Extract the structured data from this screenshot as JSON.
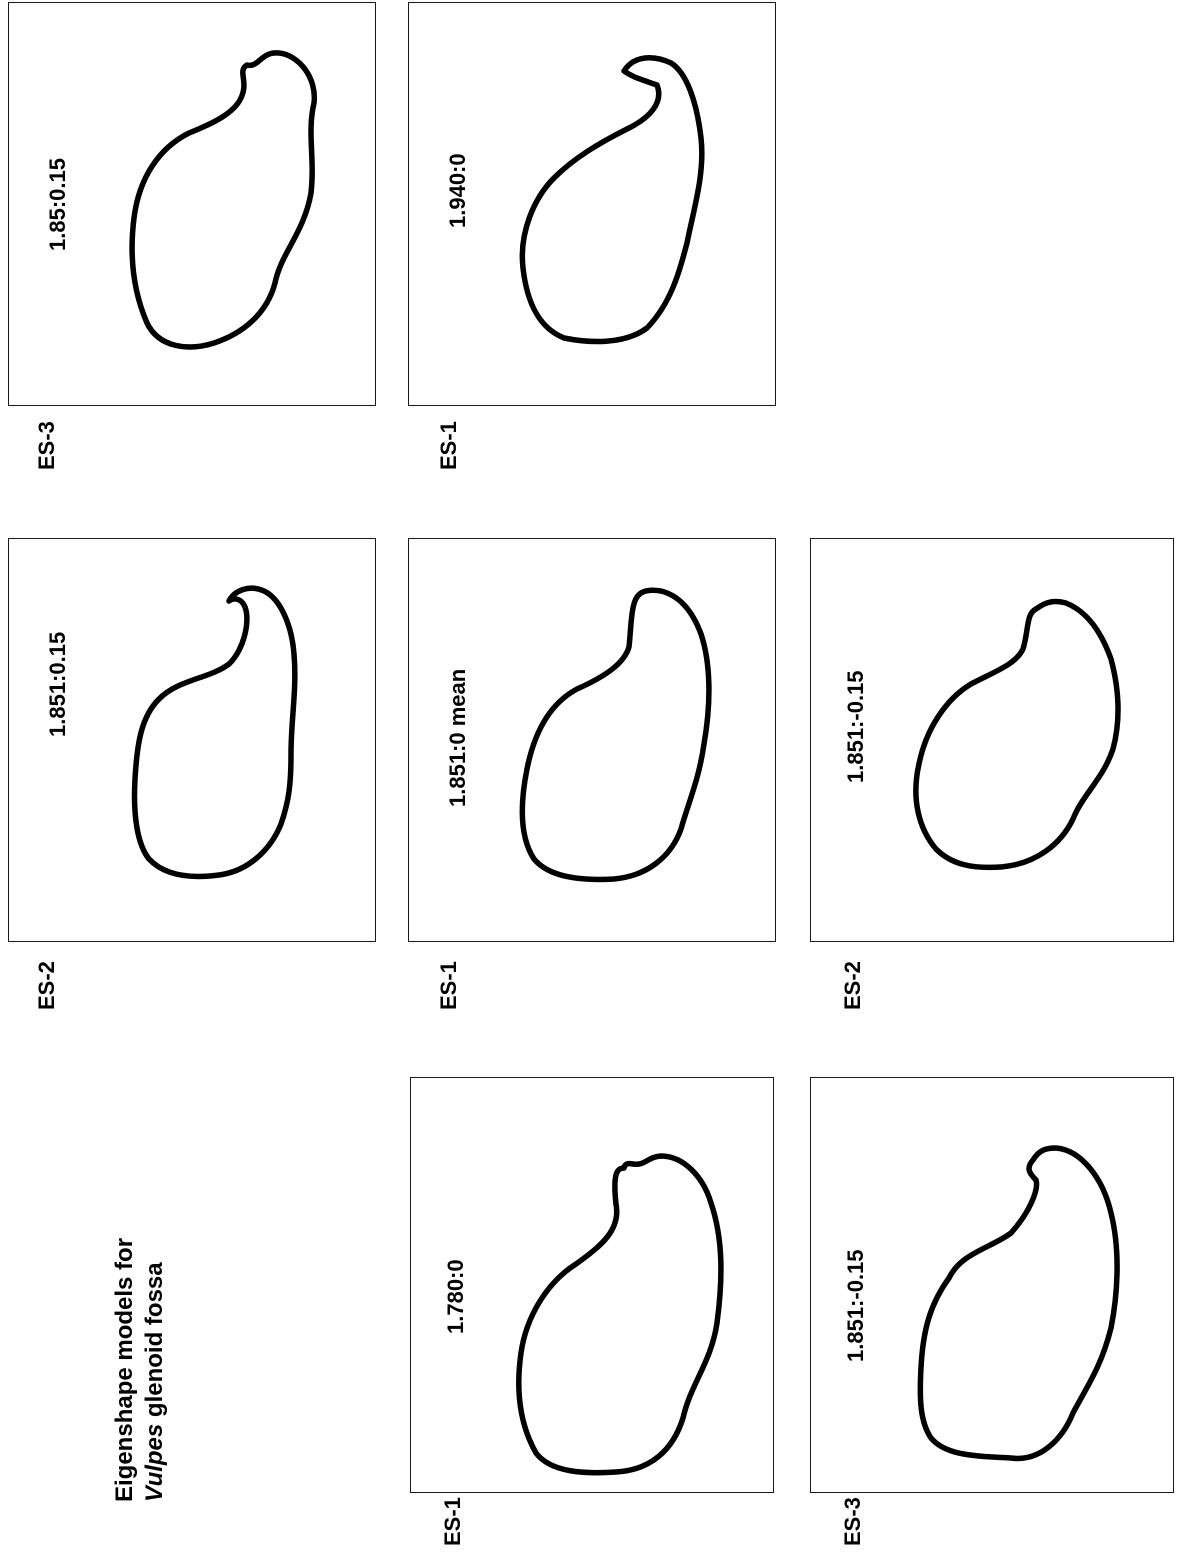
{
  "title": {
    "line1": "Eigenshape models for",
    "line2_species": "Vulpes",
    "line2_rest": " glenoid fossa"
  },
  "panels": [
    {
      "id": "p1",
      "axis_label": "ES-1",
      "value_label": "1.780:0"
    },
    {
      "id": "p2",
      "axis_label": "ES-3",
      "value_label": "1.851:-0.15"
    },
    {
      "id": "p3",
      "axis_label": "ES-2",
      "value_label": "1.851:0.15"
    },
    {
      "id": "p4",
      "axis_label": "ES-1",
      "value_label": "1.851:0  mean"
    },
    {
      "id": "p5",
      "axis_label": "ES-2",
      "value_label": "1.851:-0.15"
    },
    {
      "id": "p6",
      "axis_label": "ES-3",
      "value_label": "1.85:0.15"
    },
    {
      "id": "p7",
      "axis_label": "ES-1",
      "value_label": "1.940:0"
    }
  ]
}
